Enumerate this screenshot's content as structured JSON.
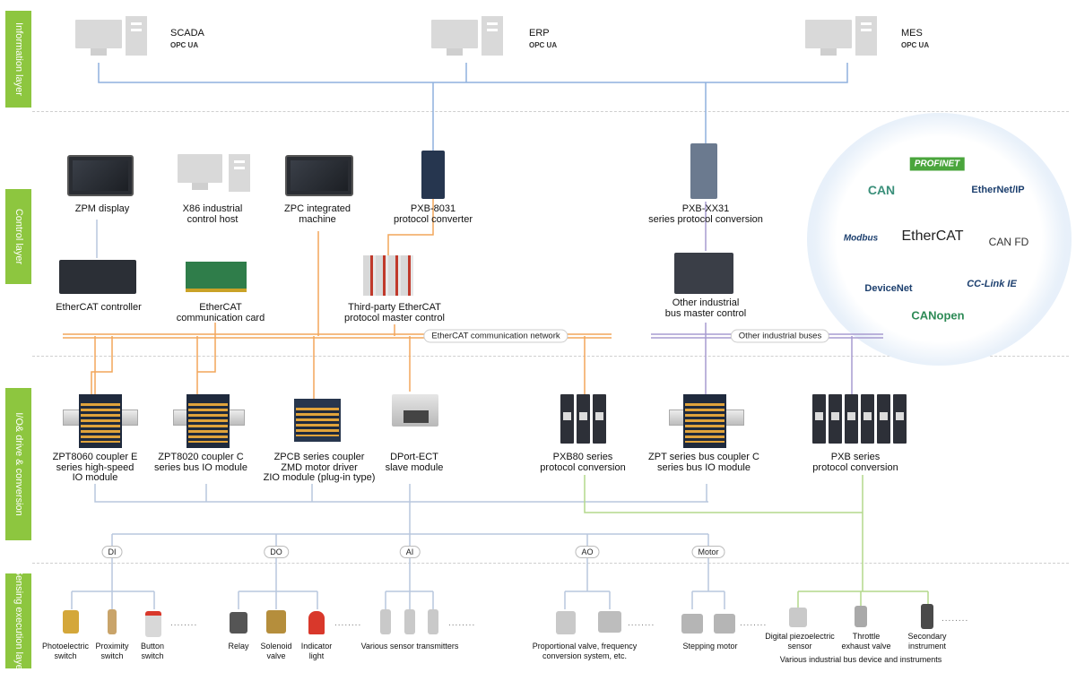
{
  "layers": {
    "information": "Information layer",
    "control": "Control layer",
    "io": "I/O& drive & conversion",
    "sensing": "Sensing execution layer"
  },
  "info_systems": [
    {
      "name": "SCADA",
      "protocol": "OPC UA"
    },
    {
      "name": "ERP",
      "protocol": "OPC UA"
    },
    {
      "name": "MES",
      "protocol": "OPC UA"
    }
  ],
  "control": {
    "zpm_display": "ZPM display",
    "x86_host": [
      "X86 industrial",
      "control host"
    ],
    "zpc_machine": [
      "ZPC integrated",
      "machine"
    ],
    "pxb8031": [
      "PXB-8031",
      "protocol converter"
    ],
    "pxbxx31": [
      "PXB-XX31",
      "series protocol conversion"
    ],
    "ethercat_controller": "EtherCAT controller",
    "ethercat_card": [
      "EtherCAT",
      "communication card"
    ],
    "third_party": [
      "Third-party EtherCAT",
      "protocol master control"
    ],
    "other_master": [
      "Other industrial",
      "bus master control"
    ]
  },
  "networks": {
    "ethercat": "EtherCAT communication network",
    "other": "Other industrial buses"
  },
  "bus_logos": [
    "PROFINET",
    "CAN",
    "EtherNet/IP",
    "Modbus",
    "EtherCAT",
    "CAN FD",
    "DeviceNet",
    "CC-Link IE",
    "CANopen"
  ],
  "io": {
    "zpt8060": [
      "ZPT8060 coupler E",
      "series high-speed",
      "IO module"
    ],
    "zpt8020": [
      "ZPT8020 coupler C",
      "series bus IO module"
    ],
    "zpcb": [
      "ZPCB series coupler",
      "ZMD motor driver",
      "ZIO module (plug-in type)"
    ],
    "dport": [
      "DPort-ECT",
      "slave module"
    ],
    "pxb80": [
      "PXB80 series",
      "protocol conversion"
    ],
    "zpt_c": [
      "ZPT series bus coupler C",
      "series bus IO module"
    ],
    "pxb": [
      "PXB series",
      "protocol conversion"
    ]
  },
  "signal_types": [
    "DI",
    "DO",
    "AI",
    "AO",
    "Motor"
  ],
  "sensing": {
    "photoelectric": [
      "Photoelectric",
      "switch"
    ],
    "proximity": [
      "Proximity",
      "switch"
    ],
    "button": [
      "Button",
      "switch"
    ],
    "relay": "Relay",
    "solenoid": [
      "Solenoid",
      "valve"
    ],
    "indicator": [
      "Indicator",
      "light"
    ],
    "transmitters": "Various sensor transmitters",
    "proportional": [
      "Proportional valve, frequency",
      "conversion system, etc."
    ],
    "stepping": "Stepping motor",
    "piezo": [
      "Digital piezoelectric",
      "sensor"
    ],
    "throttle": [
      "Throttle",
      "exhaust valve"
    ],
    "secondary": [
      "Secondary",
      "instrument"
    ],
    "bus_devices": "Various industrial bus device and instruments"
  },
  "colors": {
    "layer_green": "#8dc63f",
    "info_line": "#8fb0de",
    "ethercat_line": "#f2a65a",
    "other_bus_line": "#a79bd0",
    "io_line": "#b8c7de",
    "green_line": "#b4d98c"
  }
}
